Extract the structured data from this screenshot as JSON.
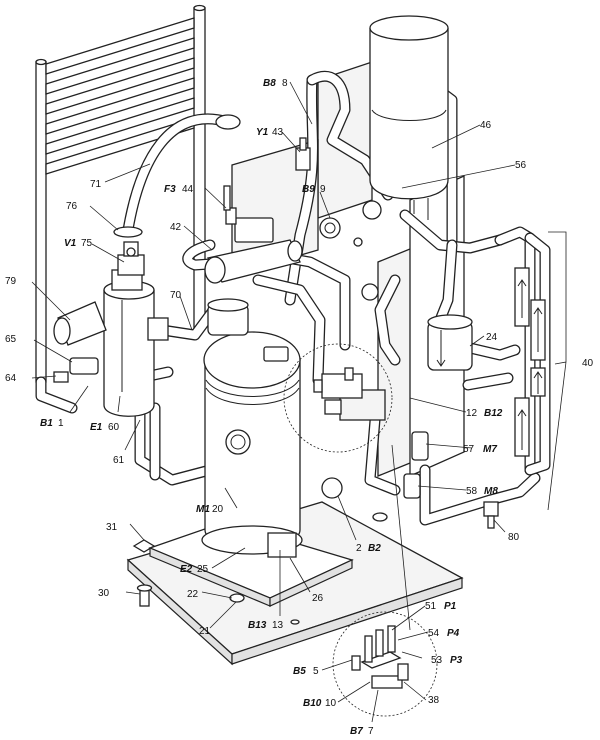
{
  "callouts": [
    {
      "id": "c-b8",
      "code": "B8",
      "num": "8"
    },
    {
      "id": "c-y1",
      "code": "Y1",
      "num": "43"
    },
    {
      "id": "c-46",
      "code": "",
      "num": "46"
    },
    {
      "id": "c-56",
      "code": "",
      "num": "56"
    },
    {
      "id": "c-71",
      "code": "",
      "num": "71"
    },
    {
      "id": "c-f3",
      "code": "F3",
      "num": "44"
    },
    {
      "id": "c-b9",
      "code": "B9",
      "num": "9"
    },
    {
      "id": "c-76",
      "code": "",
      "num": "76"
    },
    {
      "id": "c-42",
      "code": "",
      "num": "42"
    },
    {
      "id": "c-v1",
      "code": "V1",
      "num": "75"
    },
    {
      "id": "c-79",
      "code": "",
      "num": "79"
    },
    {
      "id": "c-70",
      "code": "",
      "num": "70"
    },
    {
      "id": "c-24",
      "code": "",
      "num": "24"
    },
    {
      "id": "c-40",
      "code": "",
      "num": "40"
    },
    {
      "id": "c-65",
      "code": "",
      "num": "65"
    },
    {
      "id": "c-64",
      "code": "",
      "num": "64"
    },
    {
      "id": "c-b1",
      "code": "B1",
      "num": "1"
    },
    {
      "id": "c-e1",
      "code": "E1",
      "num": "60"
    },
    {
      "id": "c-b12",
      "code": "B12",
      "num": "12"
    },
    {
      "id": "c-m7",
      "code": "M7",
      "num": "57"
    },
    {
      "id": "c-61",
      "code": "",
      "num": "61"
    },
    {
      "id": "c-m8",
      "code": "M8",
      "num": "58"
    },
    {
      "id": "c-m1",
      "code": "M1",
      "num": "20"
    },
    {
      "id": "c-80",
      "code": "",
      "num": "80"
    },
    {
      "id": "c-31",
      "code": "",
      "num": "31"
    },
    {
      "id": "c-b2",
      "code": "B2",
      "num": "2"
    },
    {
      "id": "c-e2",
      "code": "E2",
      "num": "25"
    },
    {
      "id": "c-30",
      "code": "",
      "num": "30"
    },
    {
      "id": "c-22",
      "code": "",
      "num": "22"
    },
    {
      "id": "c-26",
      "code": "",
      "num": "26"
    },
    {
      "id": "c-21",
      "code": "",
      "num": "21"
    },
    {
      "id": "c-b13",
      "code": "B13",
      "num": "13"
    },
    {
      "id": "c-p1",
      "code": "P1",
      "num": "51"
    },
    {
      "id": "c-p4",
      "code": "P4",
      "num": "54"
    },
    {
      "id": "c-p3",
      "code": "P3",
      "num": "53"
    },
    {
      "id": "c-b5",
      "code": "B5",
      "num": "5"
    },
    {
      "id": "c-b10",
      "code": "B10",
      "num": "10"
    },
    {
      "id": "c-38",
      "code": "",
      "num": "38"
    },
    {
      "id": "c-b7",
      "code": "B7",
      "num": "7"
    }
  ],
  "colors": {
    "line": "#222222",
    "paper": "#ffffff",
    "shade": "#e2e2e2"
  }
}
